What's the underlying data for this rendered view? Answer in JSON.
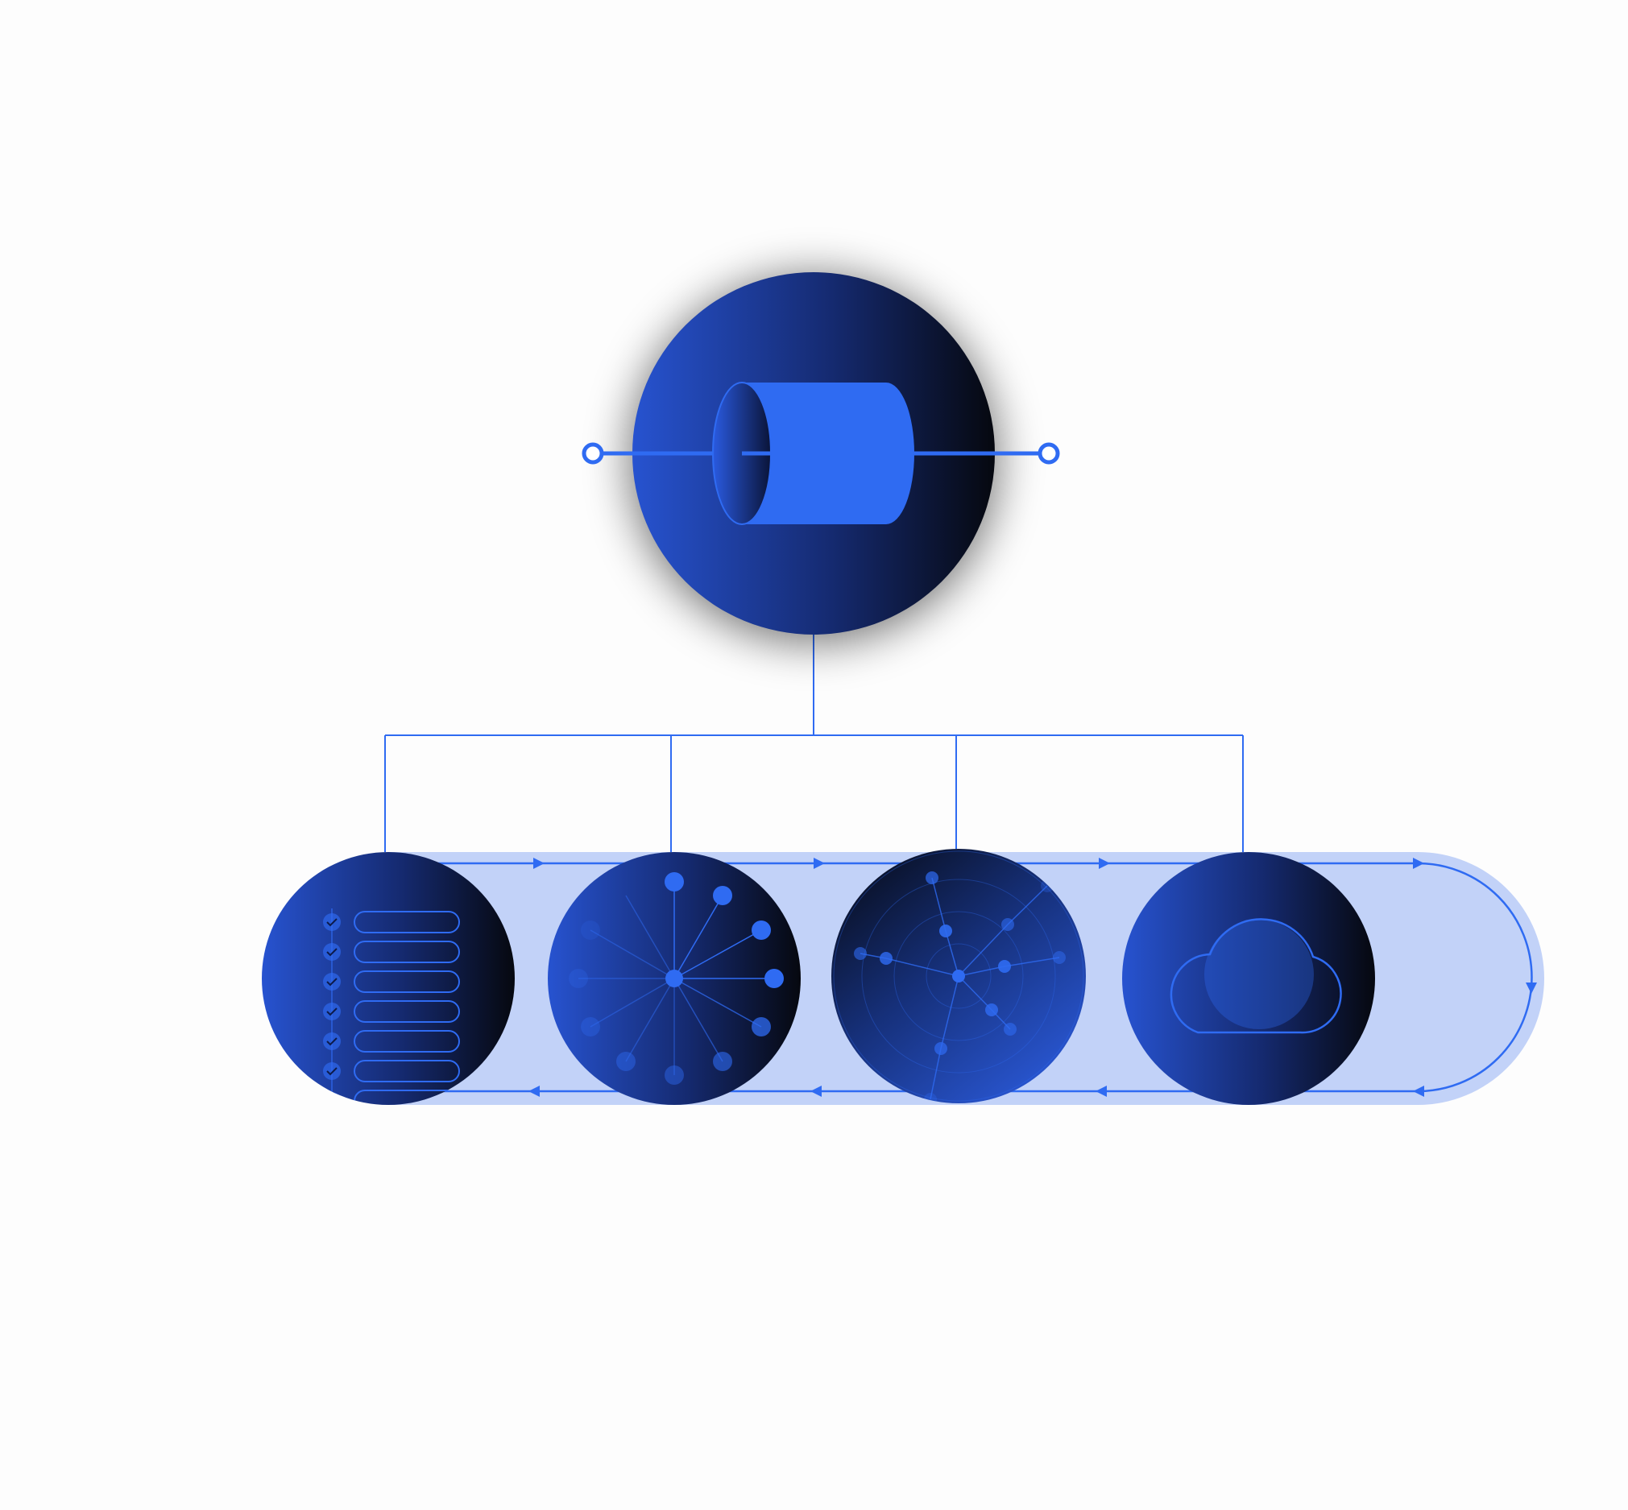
{
  "diagram": {
    "hub": {
      "icon": "pipe-cylinder-icon",
      "connectors": [
        "input-port-icon",
        "output-port-icon"
      ]
    },
    "nodes": [
      {
        "id": "checklist",
        "icon": "checklist-icon"
      },
      {
        "id": "hub-spoke",
        "icon": "hub-spoke-network-icon"
      },
      {
        "id": "radar",
        "icon": "radar-constellation-icon"
      },
      {
        "id": "cloud",
        "icon": "cloud-icon"
      }
    ],
    "flow": {
      "top_direction": "left-to-right",
      "bottom_direction": "right-to-left",
      "loop": true
    }
  },
  "colors": {
    "accent": "#2f6bf2",
    "gradient_light": "#2753d0",
    "gradient_dark": "#06080f",
    "track": "#c2d2f8",
    "background": "#fdfdfd"
  }
}
